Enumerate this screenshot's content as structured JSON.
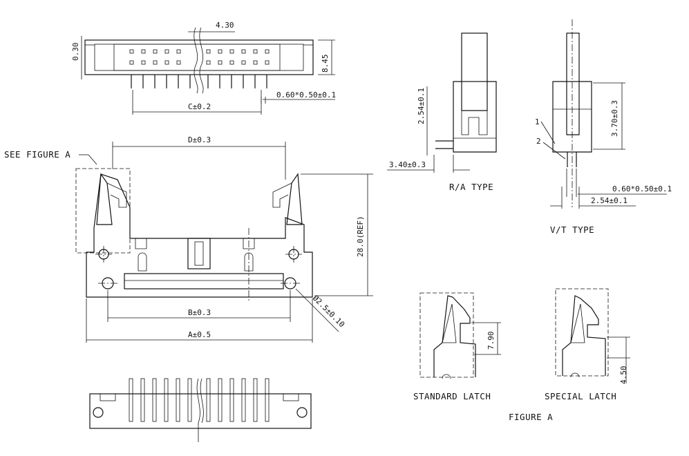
{
  "labels": {
    "top_pitch": "4.30",
    "top_left": "0.30",
    "top_height": "8.45",
    "c_dim": "C±0.2",
    "pin_size_top": "0.60*0.50±0.1",
    "see_figure_a": "SEE FIGURE A",
    "d_dim": "D±0.3",
    "ref_height": "28.0(REF)",
    "hole_dia": "Ø2.5±0.10",
    "b_dim": "B±0.3",
    "a_dim": "A±0.5",
    "ra_pitch": "2.54±0.1",
    "ra_offset": "3.40±0.3",
    "ra_type": "R/A TYPE",
    "vt_height": "3.70±0.3",
    "vt_pin_size": "0.60*0.50±0.1",
    "vt_pitch": "2.54±0.1",
    "vt_type": "V/T TYPE",
    "callout_1": "1",
    "callout_2": "2",
    "std_height": "7.90",
    "special_height": "4.50",
    "standard_latch": "STANDARD LATCH",
    "special_latch": "SPECIAL LATCH",
    "figure_a": "FIGURE A"
  }
}
